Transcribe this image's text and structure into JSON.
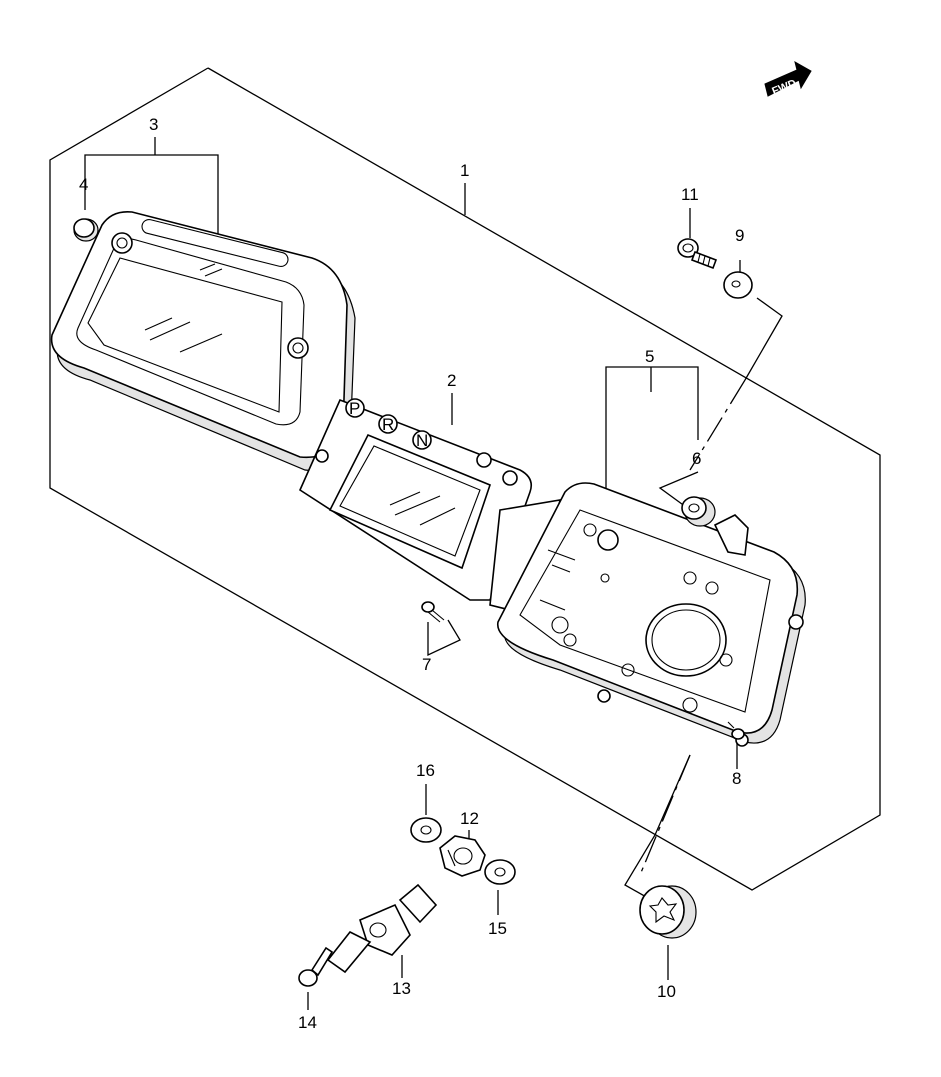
{
  "fwd_label": "FWD",
  "callouts": [
    "1",
    "2",
    "3",
    "4",
    "5",
    "6",
    "7",
    "8",
    "9",
    "10",
    "11",
    "12",
    "13",
    "14",
    "15",
    "16"
  ],
  "gear_indicators": [
    "P",
    "R",
    "N"
  ]
}
